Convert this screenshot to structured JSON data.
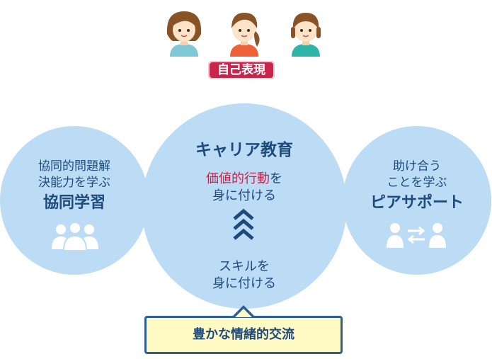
{
  "top": {
    "badge": "自己表現"
  },
  "left": {
    "line1": "協同的問題解",
    "line2": "決能力を学ぶ",
    "title": "協同学習",
    "icon": "group-people-icon"
  },
  "center": {
    "title": "キャリア教育",
    "upper_highlight": "価値的行動",
    "upper_rest": "を",
    "upper_line2": "身に付ける",
    "lower_line1": "スキルを",
    "lower_line2": "身に付ける",
    "icon": "chevron-up-icon"
  },
  "right": {
    "line1": "助け合う",
    "line2": "ことを学ぶ",
    "title": "ピアサポート",
    "icon": "exchange-people-icon"
  },
  "bottom": {
    "callout": "豊かな情緒的交流"
  },
  "colors": {
    "circle": "#bcdcf6",
    "text": "#1e4a7c",
    "accent": "#c7254c",
    "callout_bg": "#fff9c4"
  }
}
